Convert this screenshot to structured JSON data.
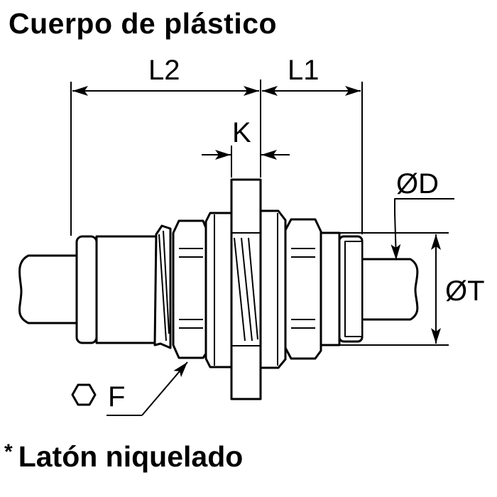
{
  "title": "Cuerpo de plástico",
  "footer": {
    "asterisk": "*",
    "text": "Latón niquelado"
  },
  "dimensions": {
    "l2": "L2",
    "l1": "L1",
    "k": "K",
    "od": "ØD",
    "ot": "ØT",
    "f": "F"
  },
  "icons": {
    "hex": "hexagon-icon"
  }
}
